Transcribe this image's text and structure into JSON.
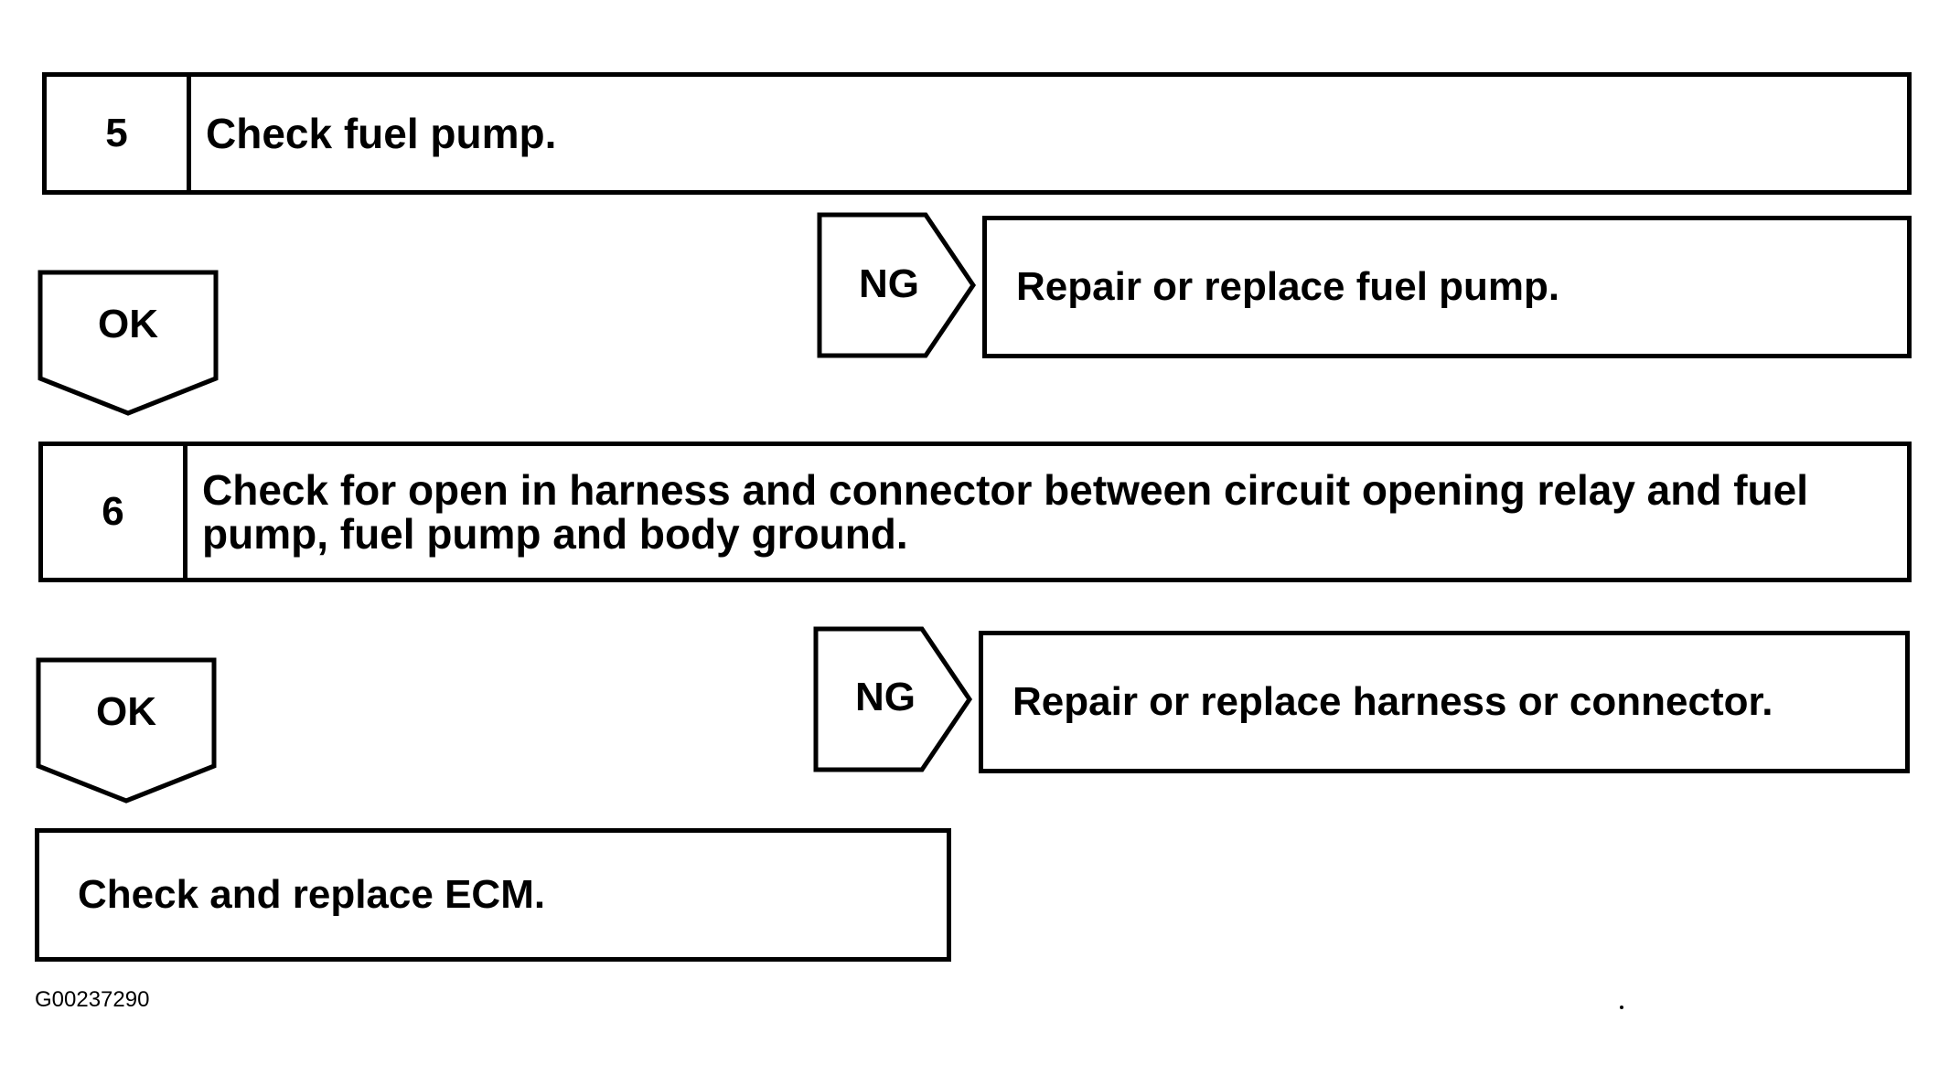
{
  "steps": [
    {
      "number": "5",
      "text": "Check fuel pump."
    },
    {
      "number": "6",
      "text": "Check for open in harness and connector between circuit opening relay and fuel pump, fuel pump and body ground."
    }
  ],
  "branches": [
    {
      "ok_label": "OK",
      "ng_label": "NG",
      "ng_action": "Repair or replace fuel pump."
    },
    {
      "ok_label": "OK",
      "ng_label": "NG",
      "ng_action": "Repair or replace harness or connector."
    }
  ],
  "final_action": "Check and replace ECM.",
  "figure_id": "G00237290"
}
